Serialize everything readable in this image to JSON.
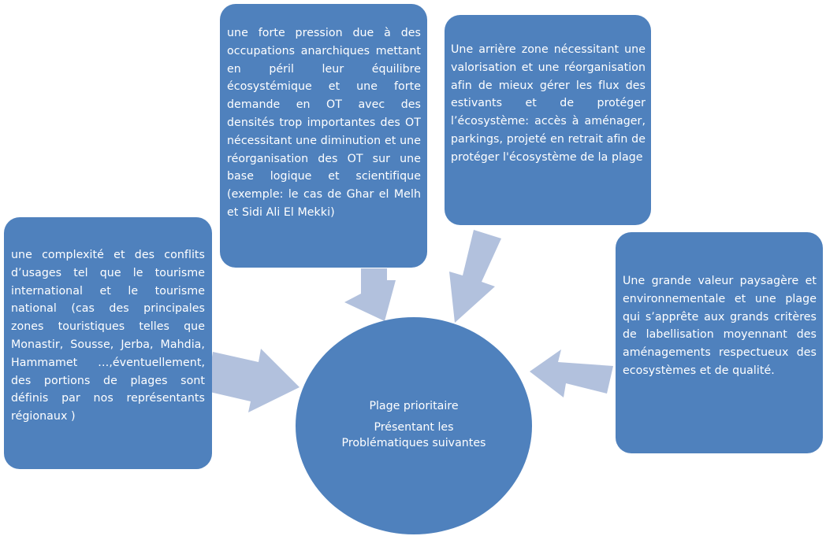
{
  "diagram": {
    "center": {
      "line1": "Plage prioritaire",
      "line2": "Présentant les",
      "line3": "Problématiques suivantes"
    },
    "boxes": {
      "top": "une forte pression due à des occupations anarchiques mettant en péril leur équilibre écosystémique et une forte demande en OT avec des densités trop importantes des OT nécessitant une diminution et une réorganisation des OT sur une base logique et scientifique (exemple: le cas de Ghar el Melh et Sidi Ali El Mekki)",
      "top_right": "Une arrière zone nécessitant une valorisation et une réorganisation afin de mieux gérer les flux des estivants et de protéger l’écosystème: accès à aménager, parkings, projeté en retrait afin de protéger l'écosystème de la plage",
      "left": "une complexité et des conflits d’usages tel que le tourisme international et le tourisme national (cas des principales zones touristiques telles que Monastir, Sousse, Jerba, Mahdia, Hammamet …,éventuellement, des portions de plages sont définis par nos représentants régionaux )",
      "right": "Une grande valeur paysagère et environnementale et une plage qui s’apprête aux grands critères de labellisation moyennant des aménagements respectueux des ecosystèmes et de qualité."
    },
    "colors": {
      "box_fill": "#4f81bd",
      "arrow_fill": "#b2c1dd",
      "text": "#ffffff"
    }
  }
}
